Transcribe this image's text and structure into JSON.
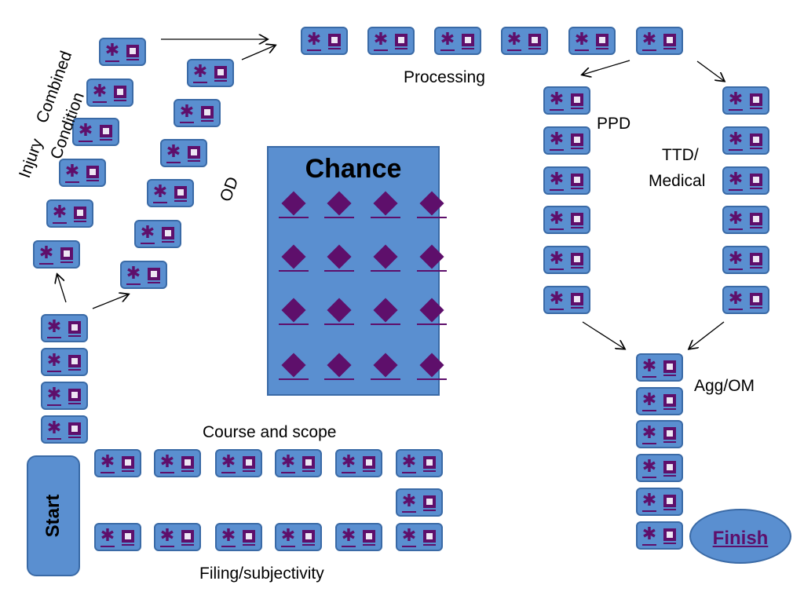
{
  "board": {
    "chance": {
      "title": "Chance",
      "card_count": 16
    },
    "start_label": "Start",
    "finish_label": "Finish",
    "labels": {
      "course_and_scope": "Course and scope",
      "filing_subjectivity": "Filing/subjectivity",
      "processing": "Processing",
      "ppd": "PPD",
      "ttd_medical_line1": "TTD/",
      "ttd_medical_line2": "Medical",
      "agg_om": "Agg/OM",
      "od": "OD",
      "injury_combined_line1": "Injury",
      "injury_combined_line2": "Combined",
      "injury_combined_line3": "Condition"
    },
    "tile": {
      "icon_left": "asterisk-icon",
      "icon_right": "square-icon",
      "symbol": "✱"
    },
    "colors": {
      "tile_fill": "#5a8fd0",
      "tile_border": "#3a6aa6",
      "icon": "#5e0f6b",
      "background": "#ffffff"
    }
  }
}
